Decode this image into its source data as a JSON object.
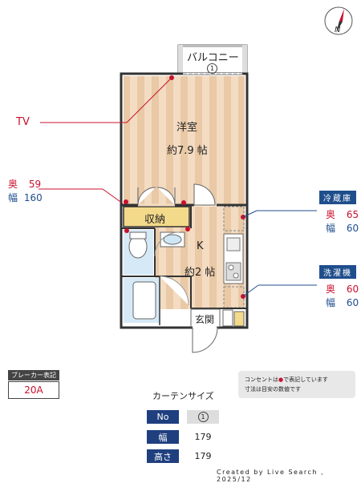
{
  "compass": {
    "letter": "N"
  },
  "rooms": {
    "balcony": {
      "label": "バルコニー",
      "number": "1"
    },
    "western_room": {
      "label": "洋室",
      "size": "約7.9 帖"
    },
    "storage": {
      "label": "収納"
    },
    "kitchen": {
      "label": "K",
      "size": "約2 帖"
    },
    "entrance": {
      "label": "玄関"
    }
  },
  "annotations": {
    "tv": {
      "label": "TV"
    },
    "window_size": {
      "depth_label": "奥",
      "depth_value": "59",
      "width_label": "幅",
      "width_value": "160"
    },
    "fridge": {
      "title": "冷蔵庫",
      "depth_label": "奥",
      "depth_value": "65",
      "width_label": "幅",
      "width_value": "60"
    },
    "washer": {
      "title": "洗濯機",
      "depth_label": "奥",
      "depth_value": "60",
      "width_label": "幅",
      "width_value": "60"
    }
  },
  "breaker": {
    "title": "ブレーカー表記",
    "value": "20A"
  },
  "outlet_note": {
    "line1_pre": "コンセントは",
    "line1_post": "で表記しています",
    "line2": "寸法は目安の数値です"
  },
  "curtain": {
    "title": "カーテンサイズ",
    "rows": [
      {
        "header": "No",
        "value": "1"
      },
      {
        "header": "幅",
        "value": "179"
      },
      {
        "header": "高さ",
        "value": "179"
      }
    ]
  },
  "footer": {
    "credit": "Created by Live Search , 2025/12"
  },
  "colors": {
    "floor_stripe_a": "#f3dcc2",
    "floor_stripe_b": "#e9c9a6",
    "storage": "#f3d98a",
    "accent_red": "#c8102e",
    "accent_blue": "#1f4e8c"
  }
}
